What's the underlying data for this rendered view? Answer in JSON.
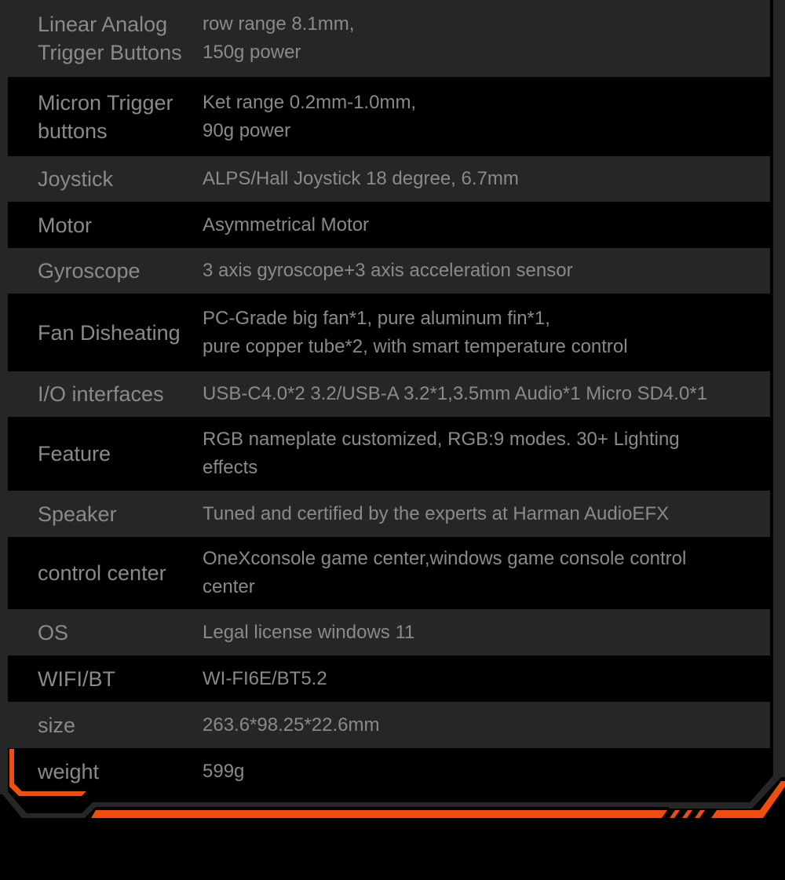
{
  "specs": [
    {
      "label": "Linear Analog\nTrigger Buttons",
      "value": "row range 8.1mm,\n150g power",
      "height": 98,
      "style": "odd"
    },
    {
      "label": "Micron Trigger\nbuttons",
      "value": "Ket range 0.2mm-1.0mm,\n90g power",
      "height": 101,
      "style": "even"
    },
    {
      "label": "Joystick",
      "value": "ALPS/Hall Joystick 18 degree, 6.7mm",
      "height": 58,
      "style": "odd"
    },
    {
      "label": "Motor",
      "value": "Asymmetrical Motor",
      "height": 59,
      "style": "even"
    },
    {
      "label": "Gyroscope",
      "value": "3 axis gyroscope+3 axis acceleration sensor",
      "height": 58,
      "style": "odd"
    },
    {
      "label": "Fan Disheating",
      "value": "PC-Grade big fan*1, pure aluminum fin*1,\n pure copper tube*2, with smart temperature control",
      "height": 99,
      "style": "even"
    },
    {
      "label": "I/O interfaces",
      "value": "USB-C4.0*2 3.2/USB-A 3.2*1,3.5mm Audio*1 Micro SD4.0*1",
      "height": 58,
      "style": "odd"
    },
    {
      "label": "Feature",
      "value": "RGB nameplate customized, RGB:9 modes. 30+ Lighting\neffects",
      "height": 94,
      "style": "even"
    },
    {
      "label": "Speaker",
      "value": "Tuned and certified by the experts at Harman AudioEFX",
      "height": 59,
      "style": "odd"
    },
    {
      "label": "control center",
      "value": "OneXconsole game center,windows game console control\ncenter",
      "height": 92,
      "style": "even"
    },
    {
      "label": "OS",
      "value": "Legal license windows 11",
      "height": 59,
      "style": "odd"
    },
    {
      "label": "WIFI/BT",
      "value": "WI-FI6E/BT5.2",
      "height": 59,
      "style": "even"
    },
    {
      "label": "size",
      "value": "263.6*98.25*22.6mm",
      "height": 59,
      "style": "odd"
    },
    {
      "label": "weight",
      "value": "599g",
      "height": 60,
      "style": "even"
    }
  ],
  "colors": {
    "accent": "#f04e0f",
    "frame": "#262626",
    "text": "#8a8a8a"
  }
}
